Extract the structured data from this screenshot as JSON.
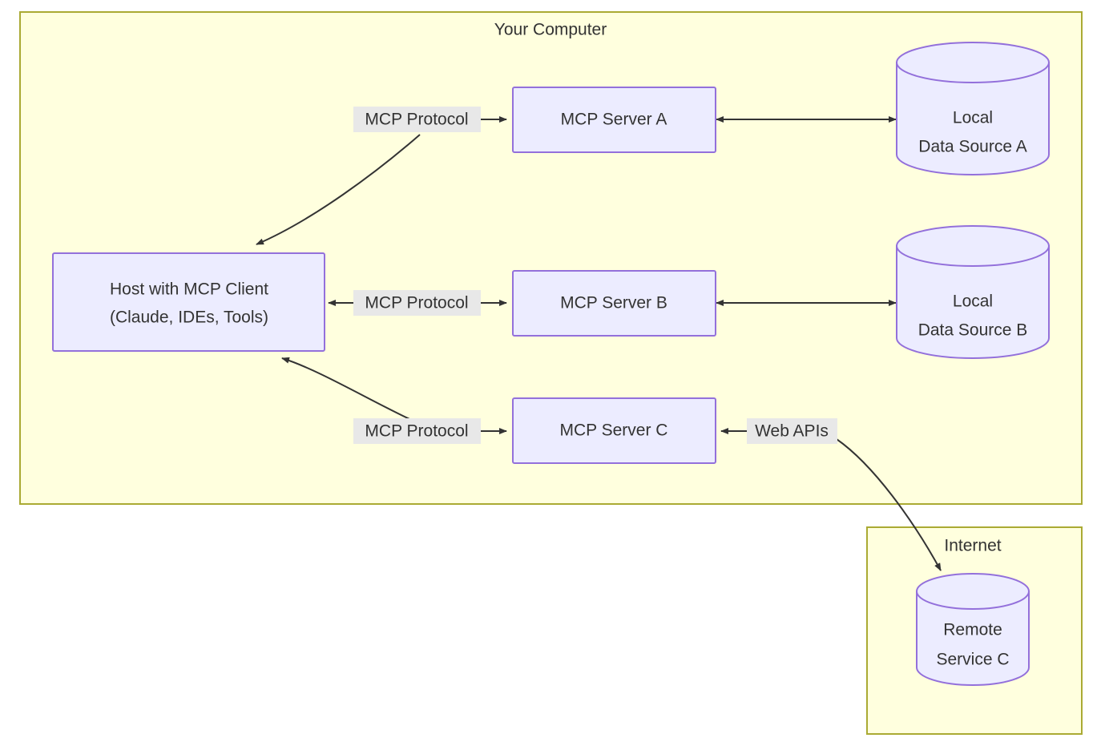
{
  "diagram": {
    "title_visible": false,
    "colors": {
      "subgraph_fill": "#ffffde",
      "subgraph_stroke": "#aaaa33",
      "node_fill": "#ececff",
      "node_stroke": "#9370db",
      "edge_stroke": "#333333",
      "text": "#333333",
      "edge_label_bg": "#e8e8e8",
      "page_bg": "#ffffff"
    },
    "subgraphs": [
      {
        "id": "your-computer",
        "label": "Your Computer"
      },
      {
        "id": "internet",
        "label": "Internet"
      }
    ],
    "nodes": [
      {
        "id": "host",
        "shape": "rect",
        "lines": [
          "Host with MCP Client",
          "(Claude, IDEs, Tools)"
        ]
      },
      {
        "id": "server-a",
        "shape": "rect",
        "lines": [
          "MCP Server A"
        ]
      },
      {
        "id": "server-b",
        "shape": "rect",
        "lines": [
          "MCP Server B"
        ]
      },
      {
        "id": "server-c",
        "shape": "rect",
        "lines": [
          "MCP Server C"
        ]
      },
      {
        "id": "data-source-a",
        "shape": "cylinder",
        "lines": [
          "Local",
          "Data Source A"
        ]
      },
      {
        "id": "data-source-b",
        "shape": "cylinder",
        "lines": [
          "Local",
          "Data Source B"
        ]
      },
      {
        "id": "remote-service-c",
        "shape": "cylinder",
        "lines": [
          "Remote",
          "Service C"
        ]
      }
    ],
    "edges": [
      {
        "id": "host-server-a",
        "from": "host",
        "to": "server-a",
        "label": "MCP Protocol",
        "arrows": "both"
      },
      {
        "id": "host-server-b",
        "from": "host",
        "to": "server-b",
        "label": "MCP Protocol",
        "arrows": "both"
      },
      {
        "id": "host-server-c",
        "from": "host",
        "to": "server-c",
        "label": "MCP Protocol",
        "arrows": "both"
      },
      {
        "id": "server-a-data-a",
        "from": "server-a",
        "to": "data-source-a",
        "label": "",
        "arrows": "both"
      },
      {
        "id": "server-b-data-b",
        "from": "server-b",
        "to": "data-source-b",
        "label": "",
        "arrows": "both"
      },
      {
        "id": "server-c-remote-c",
        "from": "server-c",
        "to": "remote-service-c",
        "label": "Web APIs",
        "arrows": "both"
      }
    ]
  }
}
